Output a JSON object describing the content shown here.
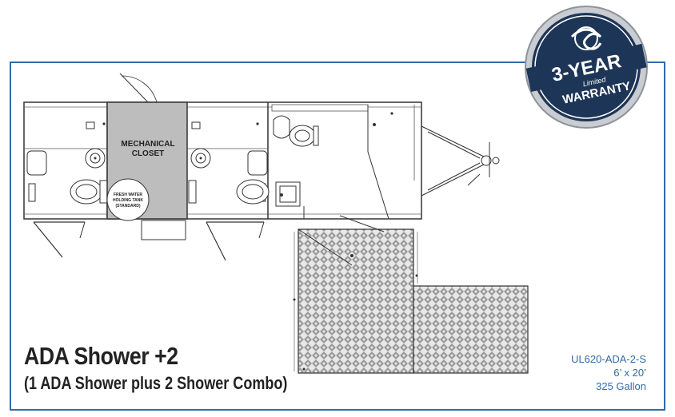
{
  "title": "ADA Shower +2",
  "subtitle": "(1 ADA Shower plus 2 Shower Combo)",
  "specs": {
    "model": "UL620-ADA-2-S",
    "size": "6’ x 20’",
    "capacity": "325 Gallon"
  },
  "plan": {
    "mechanical_closet": [
      "MECHANICAL",
      "CLOSET"
    ],
    "tank": [
      "FRESH WATER",
      "HOLDING TANK",
      "(STANDARD)"
    ]
  },
  "badge": {
    "years": "3-YEAR",
    "limited": "Limited",
    "warranty": "WARRANTY"
  },
  "colors": {
    "frame": "#2f6aa8",
    "badge_navy": "#1d3557",
    "closet_gray": "#bdbdbd"
  }
}
